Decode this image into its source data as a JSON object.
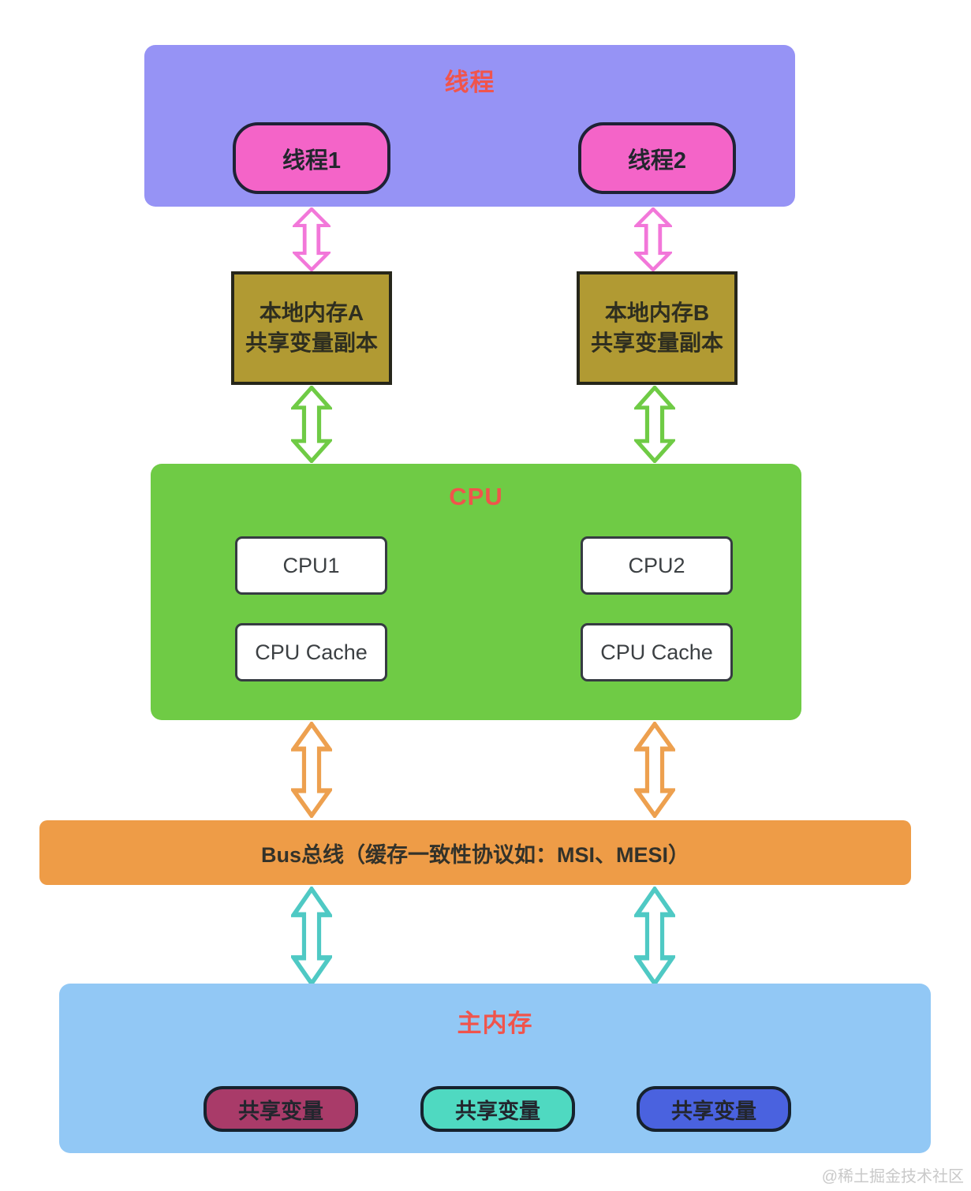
{
  "colors": {
    "section_title": "#f0544c",
    "thread_container_bg": "#9693f5",
    "thread_pill_bg": "#f464c8",
    "local_memory_bg": "#b19a33",
    "cpu_container_bg": "#6fcb45",
    "bus_bg": "#ee9c47",
    "main_memory_bg": "#92c8f5",
    "shared_var_bg_1": "#a93b69",
    "shared_var_bg_2": "#4fd9c1",
    "shared_var_bg_3": "#4a62df",
    "arrow_pink": "#f277d9",
    "arrow_green": "#6fcb45",
    "arrow_orange": "#eda04f",
    "arrow_teal": "#4fc9c4"
  },
  "thread_section": {
    "title": "线程",
    "threads": [
      "线程1",
      "线程2"
    ]
  },
  "local_memory": {
    "boxes": [
      {
        "line1": "本地内存A",
        "line2": "共享变量副本"
      },
      {
        "line1": "本地内存B",
        "line2": "共享变量副本"
      }
    ]
  },
  "cpu_section": {
    "title": "CPU",
    "cpus": [
      "CPU1",
      "CPU2"
    ],
    "caches": [
      "CPU Cache",
      "CPU Cache"
    ]
  },
  "bus": {
    "label": "Bus总线（缓存一致性协议如：MSI、MESI）"
  },
  "main_memory": {
    "title": "主内存",
    "shared_vars": [
      "共享变量",
      "共享变量",
      "共享变量"
    ]
  },
  "watermark": "@稀土掘金技术社区"
}
